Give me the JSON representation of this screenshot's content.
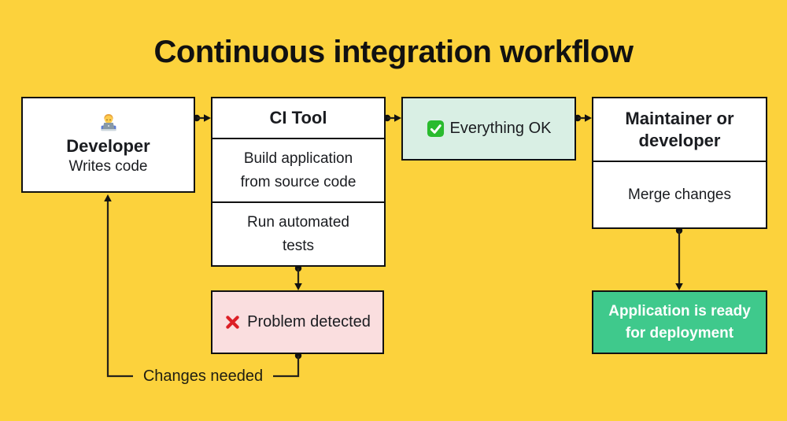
{
  "title": "Continuous integration workflow",
  "colors": {
    "background": "#FCD23C",
    "box_background": "#FFFFFF",
    "box_border": "#111111",
    "ok_box_background": "#D9EFE4",
    "problem_box_background": "#FADEDF",
    "deploy_box_background": "#3FC98C",
    "deploy_text": "#FFFFFF",
    "check_green": "#2ABB2E",
    "cross_red": "#DC1F26",
    "arrow": "#26231A"
  },
  "nodes": {
    "developer": {
      "icon": "technologist-icon",
      "title": "Developer",
      "subtitle": "Writes code"
    },
    "ci_tool": {
      "title": "CI Tool",
      "steps": [
        "Build application from source code",
        "Run automated tests"
      ]
    },
    "everything_ok": {
      "icon": "check-mark-icon",
      "label": "Everything OK"
    },
    "maintainer": {
      "title": "Maintainer or developer",
      "subtitle": "Merge changes"
    },
    "problem_detected": {
      "icon": "cross-mark-icon",
      "label": "Problem detected"
    },
    "deployment": {
      "label": "Application is ready for deployment"
    }
  },
  "edges": {
    "changes_needed_label": "Changes needed"
  }
}
